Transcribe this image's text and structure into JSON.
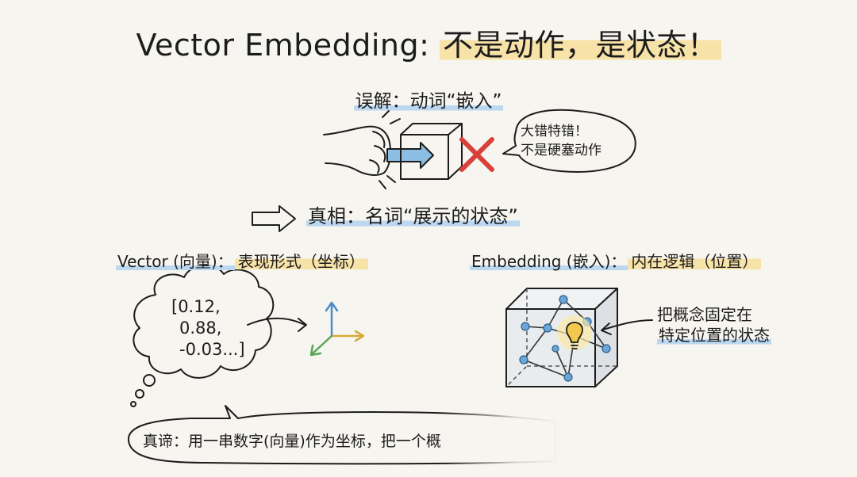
{
  "title": {
    "part_a": "Vector Embedding:",
    "part_b": "不是动作，是状态！"
  },
  "misconception": {
    "label": "误解：动词“嵌入”",
    "bubble_line1": "大错特错！",
    "bubble_line2": "不是硬塞动作"
  },
  "truth": {
    "label": "真相：名词“展示的状态”"
  },
  "vector": {
    "label_prefix": "Vector (向量)：",
    "label_highlight": "表现形式（坐标）",
    "cloud_line1": "[0.12,",
    "cloud_line2": "0.88,",
    "cloud_line3": "-0.03...]"
  },
  "embedding": {
    "label_prefix": "Embedding (嵌入)：",
    "label_highlight": "内在逻辑（位置）",
    "note_line1": "把概念固定在",
    "note_line2": "特定位置的状态"
  },
  "bottom": {
    "text": "真谛：用一串数字(向量)作为坐标，把一个概"
  },
  "icons": [
    "fist-icon",
    "cube-icon",
    "red-x-icon",
    "arrow-right-icon",
    "axes-icon",
    "lightbulb-icon"
  ],
  "colors": {
    "highlight_yellow": "#f7e2a8",
    "highlight_blue": "#bcd7f0",
    "accent_red": "#d8413a",
    "arrow_blue": "#6aa6d8",
    "bulb_yellow": "#f2c94c"
  }
}
